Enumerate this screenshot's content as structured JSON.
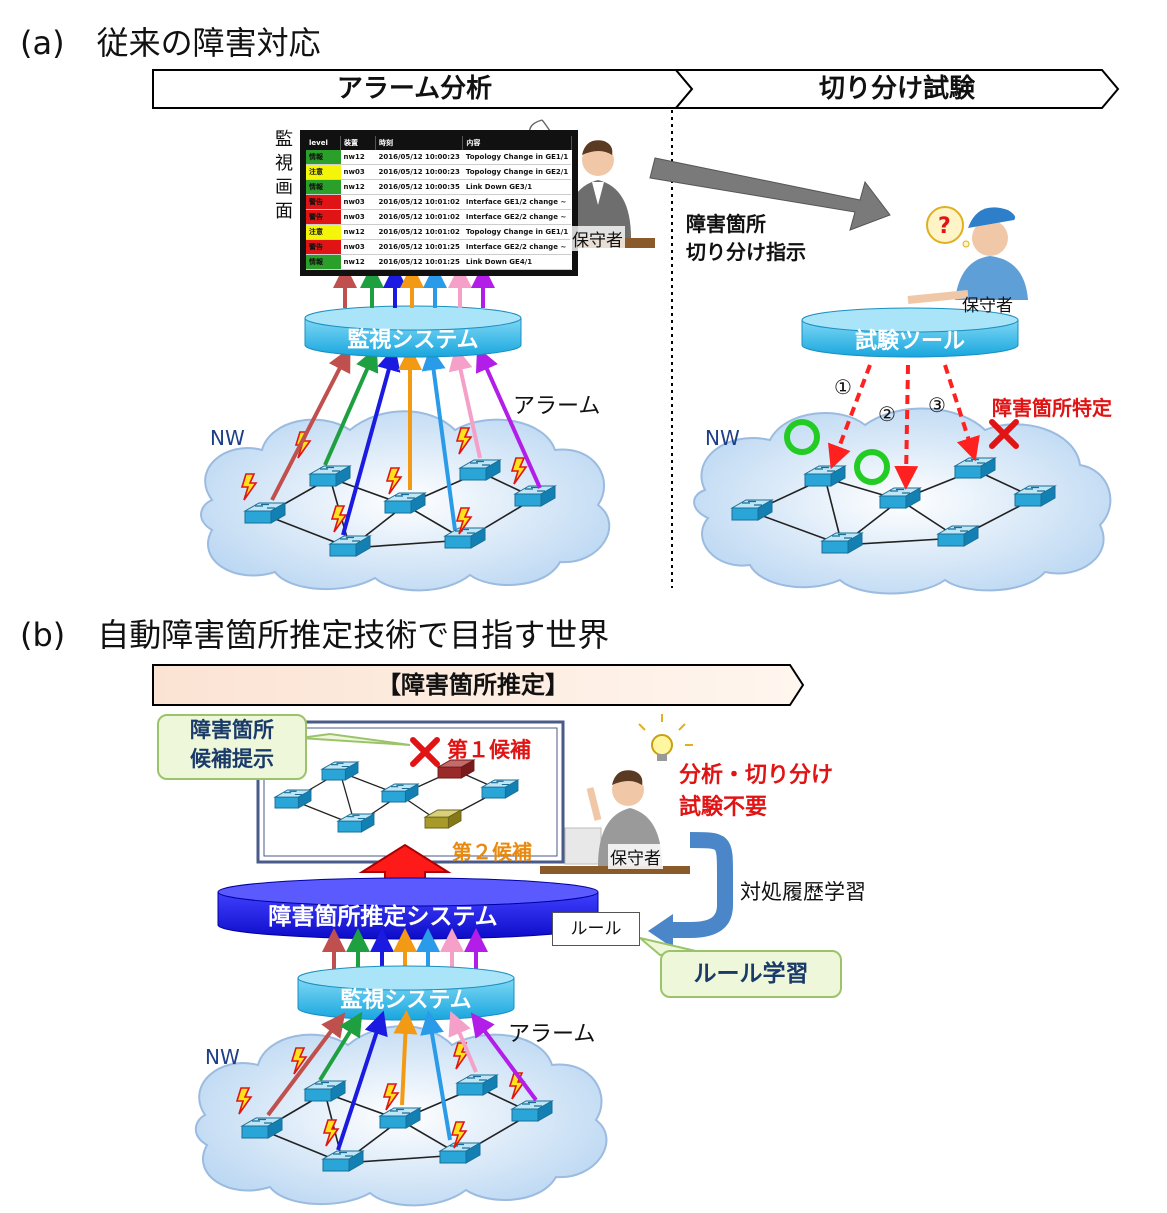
{
  "section_a": {
    "title": "(a)　従来の障害対応",
    "phase1": "アラーム分析",
    "phase2": "切り分け試験",
    "monitor_label": [
      "監",
      "視",
      "画",
      "面"
    ],
    "monitor_table": {
      "headers": [
        "level",
        "装置",
        "時刻",
        "内容"
      ],
      "rows": [
        {
          "level": "情報",
          "color": "#2aa02a",
          "device": "nw12",
          "time": "2016/05/12 10:00:23",
          "content": "Topology Change in GE1/1"
        },
        {
          "level": "注意",
          "color": "#f5f50a",
          "device": "nw03",
          "time": "2016/05/12 10:00:23",
          "content": "Topology Change in GE2/1"
        },
        {
          "level": "情報",
          "color": "#2aa02a",
          "device": "nw12",
          "time": "2016/05/12 10:00:35",
          "content": "Link Down GE3/1"
        },
        {
          "level": "警告",
          "color": "#e01414",
          "device": "nw03",
          "time": "2016/05/12 10:01:02",
          "content": "Interface GE1/2 change ~"
        },
        {
          "level": "警告",
          "color": "#e01414",
          "device": "nw03",
          "time": "2016/05/12 10:01:02",
          "content": "Interface GE2/2 change ~"
        },
        {
          "level": "注意",
          "color": "#f5f50a",
          "device": "nw12",
          "time": "2016/05/12 10:01:02",
          "content": "Topology Change in GE1/1"
        },
        {
          "level": "警告",
          "color": "#e01414",
          "device": "nw03",
          "time": "2016/05/12 10:01:25",
          "content": "Interface GE2/2 change ~"
        },
        {
          "level": "情報",
          "color": "#2aa02a",
          "device": "nw12",
          "time": "2016/05/12 10:01:25",
          "content": "Link Down GE4/1"
        }
      ]
    },
    "operator1": "保守者",
    "instruction": [
      "障害箇所",
      "切り分け指示"
    ],
    "operator2": "保守者",
    "monitoring_system": "監視システム",
    "test_tool": "試験ツール",
    "alarm": "アラーム",
    "nw_left": "NW",
    "nw_right": "NW",
    "step1": "①",
    "step2": "②",
    "step3": "③",
    "fault_identified": "障害箇所特定"
  },
  "section_b": {
    "title": "(b)　自動障害箇所推定技術で目指す世界",
    "banner": "【障害箇所推定】",
    "callout_candidates": [
      "障害箇所",
      "候補提示"
    ],
    "candidate1": "第１候補",
    "candidate2": "第２候補",
    "no_analysis": [
      "分析・切り分け",
      "試験不要"
    ],
    "operator": "保守者",
    "estimation_system": "障害箇所推定システム",
    "rule": "ルール",
    "history_learning": "対処履歴学習",
    "rule_learning": "ルール学習",
    "monitoring_system": "監視システム",
    "alarm": "アラーム",
    "nw": "NW"
  },
  "colors": {
    "cylinder": "#29b6e8",
    "estimation_cylinder": "#1010e0",
    "cloud": "#cfe3f7",
    "fault_red": "#e01414",
    "ok_green": "#22cc22",
    "arrow_colors": [
      "#c0504d",
      "#1fa040",
      "#1a1ae0",
      "#f39a14",
      "#2a9be8",
      "#f5a0c8",
      "#b21ee8"
    ]
  }
}
